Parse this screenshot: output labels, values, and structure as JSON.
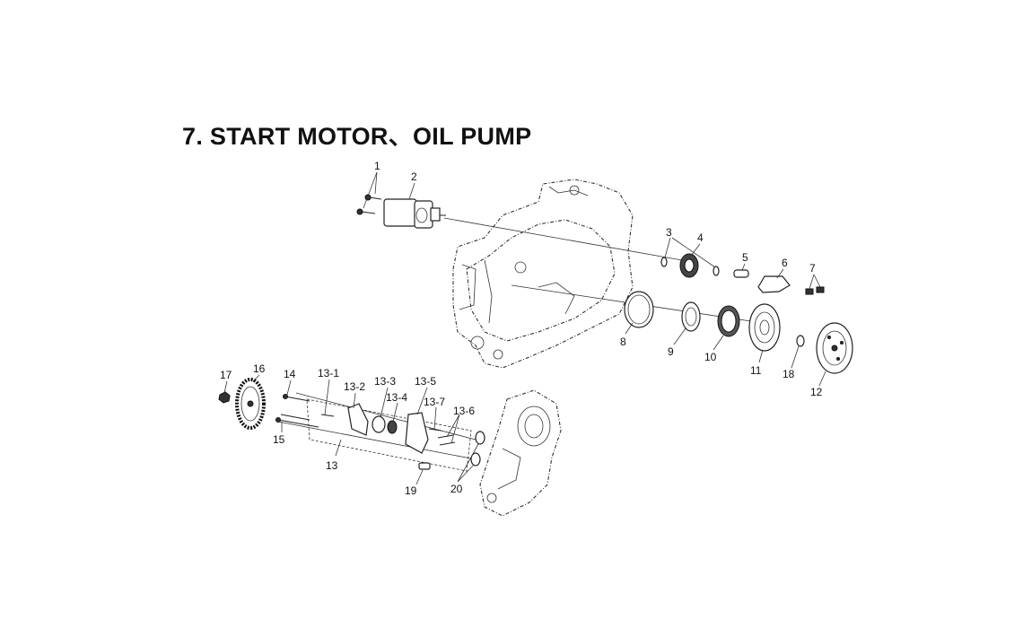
{
  "title": "7. START MOTOR、OIL PUMP",
  "part_labels": [
    "1",
    "2",
    "3",
    "4",
    "5",
    "6",
    "7",
    "8",
    "9",
    "10",
    "11",
    "12",
    "13",
    "13-1",
    "13-2",
    "13-3",
    "13-4",
    "13-5",
    "13-6",
    "13-7",
    "14",
    "15",
    "16",
    "17",
    "18",
    "19",
    "20"
  ]
}
